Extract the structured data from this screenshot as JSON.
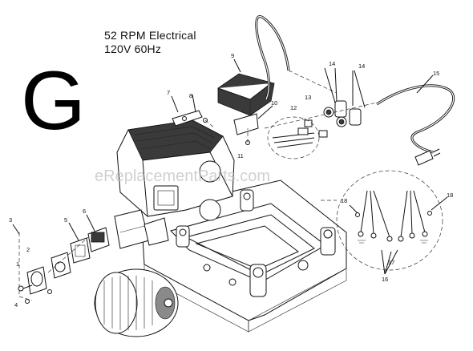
{
  "title": {
    "line1": "52 RPM Electrical",
    "line2": "120V 60Hz"
  },
  "section_letter": "G",
  "watermark": "eReplacementParts.com",
  "callouts": [
    "1",
    "2",
    "3",
    "4",
    "5",
    "6",
    "7",
    "8",
    "9",
    "10",
    "11",
    "12",
    "13",
    "14",
    "14",
    "15",
    "16",
    "17",
    "18",
    "18"
  ],
  "colors": {
    "ink": "#111111",
    "watermark": "#bdbdbd",
    "background": "#ffffff"
  }
}
